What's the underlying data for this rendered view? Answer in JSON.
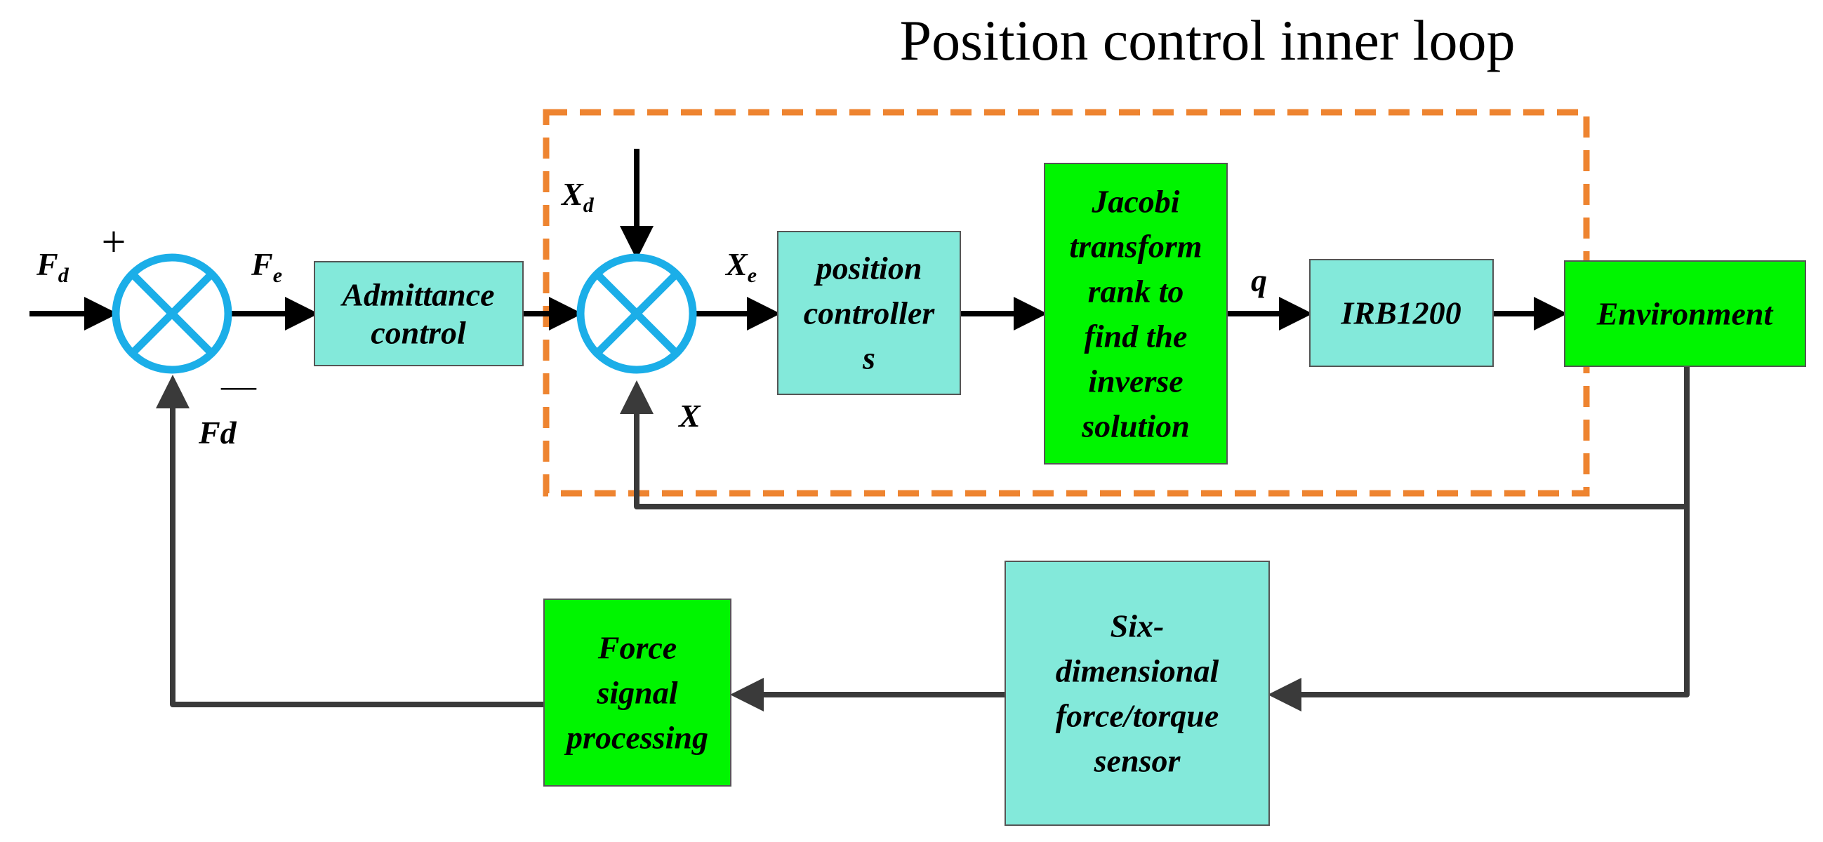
{
  "title": "Position control inner loop",
  "colors": {
    "cyan_block": "#83E9DA",
    "green_block": "#00F500",
    "summing_ring": "#1BAEE8",
    "dashed_frame": "#EE8430",
    "line_dark": "#3a3a3a",
    "line_black": "#000000"
  },
  "blocks": {
    "admittance": [
      "Admittance",
      "control"
    ],
    "position_controller": [
      "position",
      "controller",
      "s"
    ],
    "jacobi": [
      "Jacobi",
      "transform",
      "rank to",
      "find the",
      "inverse",
      "solution"
    ],
    "irb": [
      "IRB1200"
    ],
    "environment": [
      "Environment"
    ],
    "sensor": [
      "Six-",
      "dimensional",
      "force/torque",
      "sensor"
    ],
    "force_signal": [
      "Force",
      "signal",
      "processing"
    ]
  },
  "signals": {
    "fd_input": {
      "main": "F",
      "sub": "d"
    },
    "fe": {
      "main": "F",
      "sub": "e"
    },
    "xd": {
      "main": "X",
      "sub": "d"
    },
    "xe": {
      "main": "X",
      "sub": "e"
    },
    "q": "q",
    "x_feedback": "X",
    "fd_feedback": "Fd"
  },
  "signs": {
    "plus": "+",
    "minus": "—"
  },
  "icons": {
    "summing_junction": "summing-junction-icon"
  }
}
